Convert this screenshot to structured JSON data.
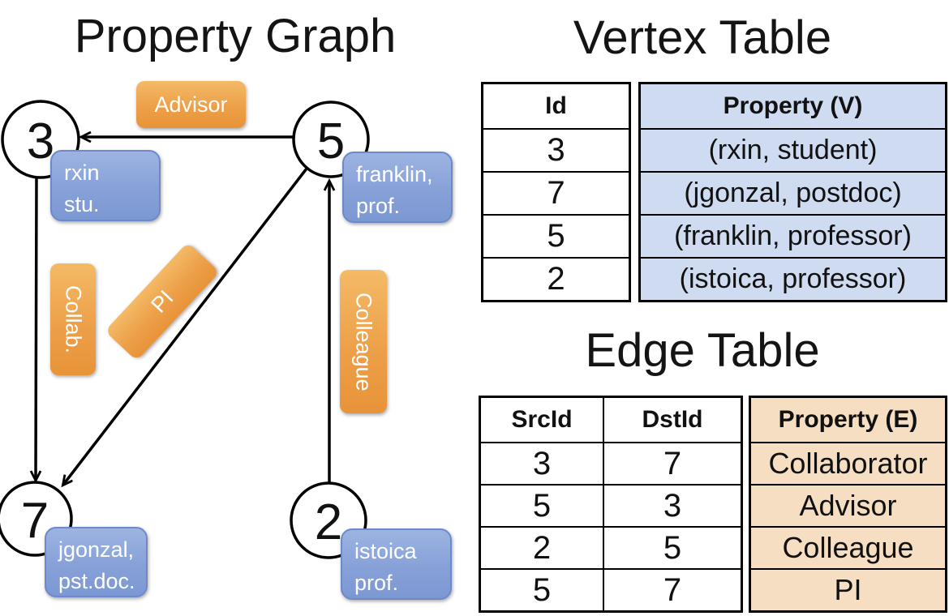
{
  "graph": {
    "title": "Property Graph",
    "nodes": [
      {
        "id": "3",
        "property_line1": "rxin",
        "property_line2": "stu."
      },
      {
        "id": "5",
        "property_line1": "franklin,",
        "property_line2": "prof."
      },
      {
        "id": "7",
        "property_line1": "jgonzal,",
        "property_line2": "pst.doc."
      },
      {
        "id": "2",
        "property_line1": "istoica",
        "property_line2": "prof."
      }
    ],
    "edge_labels": [
      {
        "label": "Advisor"
      },
      {
        "label": "Collab."
      },
      {
        "label": "PI"
      },
      {
        "label": "Colleague"
      }
    ]
  },
  "vertex_table": {
    "title": "Vertex Table",
    "columns": {
      "id": "Id",
      "property": "Property (V)"
    },
    "rows": [
      {
        "id": "3",
        "property": "(rxin, student)"
      },
      {
        "id": "7",
        "property": "(jgonzal, postdoc)"
      },
      {
        "id": "5",
        "property": "(franklin, professor)"
      },
      {
        "id": "2",
        "property": "(istoica, professor)"
      }
    ]
  },
  "edge_table": {
    "title": "Edge Table",
    "columns": {
      "src": "SrcId",
      "dst": "DstId",
      "property": "Property (E)"
    },
    "rows": [
      {
        "src": "3",
        "dst": "7",
        "property": "Collaborator"
      },
      {
        "src": "5",
        "dst": "3",
        "property": "Advisor"
      },
      {
        "src": "2",
        "dst": "5",
        "property": "Colleague"
      },
      {
        "src": "5",
        "dst": "7",
        "property": "PI"
      }
    ]
  },
  "colors": {
    "vertex_property_bg": "#cedbf0",
    "edge_property_bg": "#f6dec3",
    "node_box_blue": "#7c98d3",
    "edge_label_orange": "#e89338"
  }
}
